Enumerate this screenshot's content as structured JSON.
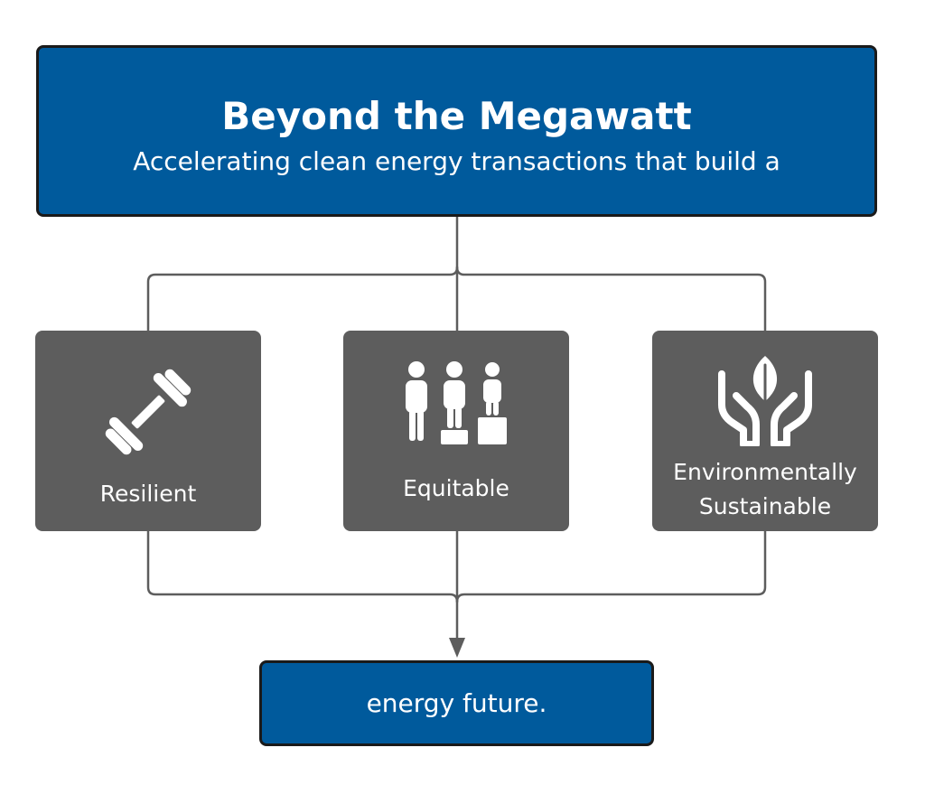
{
  "header": {
    "title": "Beyond the Megawatt",
    "subtitle": "Accelerating clean energy transactions that build a"
  },
  "pillars": [
    {
      "label": "Resilient",
      "icon": "dumbbell-icon"
    },
    {
      "label": "Equitable",
      "icon": "equity-people-icon"
    },
    {
      "label": "Environmentally\nSustainable",
      "icon": "hands-leaf-icon"
    }
  ],
  "footer": {
    "text": "energy future."
  },
  "colors": {
    "box_blue": "#005a9c",
    "pillar_gray": "#5d5d5d",
    "connector": "#5d5d5d",
    "text": "#ffffff"
  }
}
